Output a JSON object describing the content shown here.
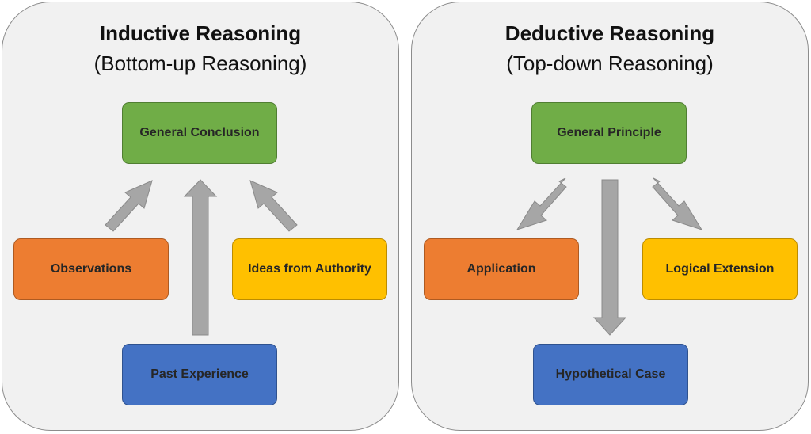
{
  "inductive": {
    "title": "Inductive Reasoning",
    "subtitle": "(Bottom-up Reasoning)",
    "conclusion": "General Conclusion",
    "left_source": "Observations",
    "right_source": "Ideas from Authority",
    "bottom_source": "Past Experience"
  },
  "deductive": {
    "title": "Deductive Reasoning",
    "subtitle": "(Top-down Reasoning)",
    "principle": "General Principle",
    "left_result": "Application",
    "right_result": "Logical Extension",
    "bottom_result": "Hypothetical Case"
  },
  "colors": {
    "panel_bg": "#f1f1f1",
    "green": "#70ad47",
    "orange": "#ed7d31",
    "yellow": "#ffc000",
    "blue": "#4472c4",
    "arrow": "#a6a6a6"
  }
}
